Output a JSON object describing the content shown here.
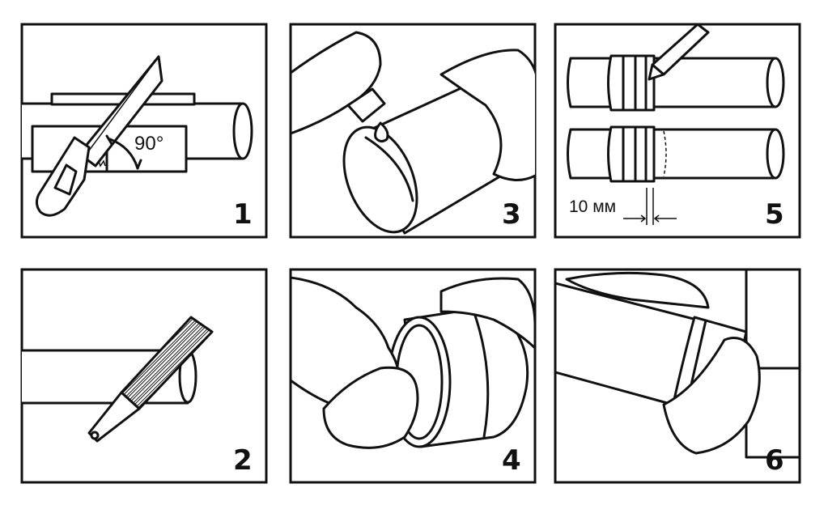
{
  "steps": [
    {
      "number": "1",
      "annotation": "90°"
    },
    {
      "number": "2"
    },
    {
      "number": "3"
    },
    {
      "number": "4"
    },
    {
      "number": "5",
      "annotation": "10 мм"
    },
    {
      "number": "6"
    }
  ],
  "colors": {
    "line": "#111111",
    "background": "#ffffff"
  }
}
